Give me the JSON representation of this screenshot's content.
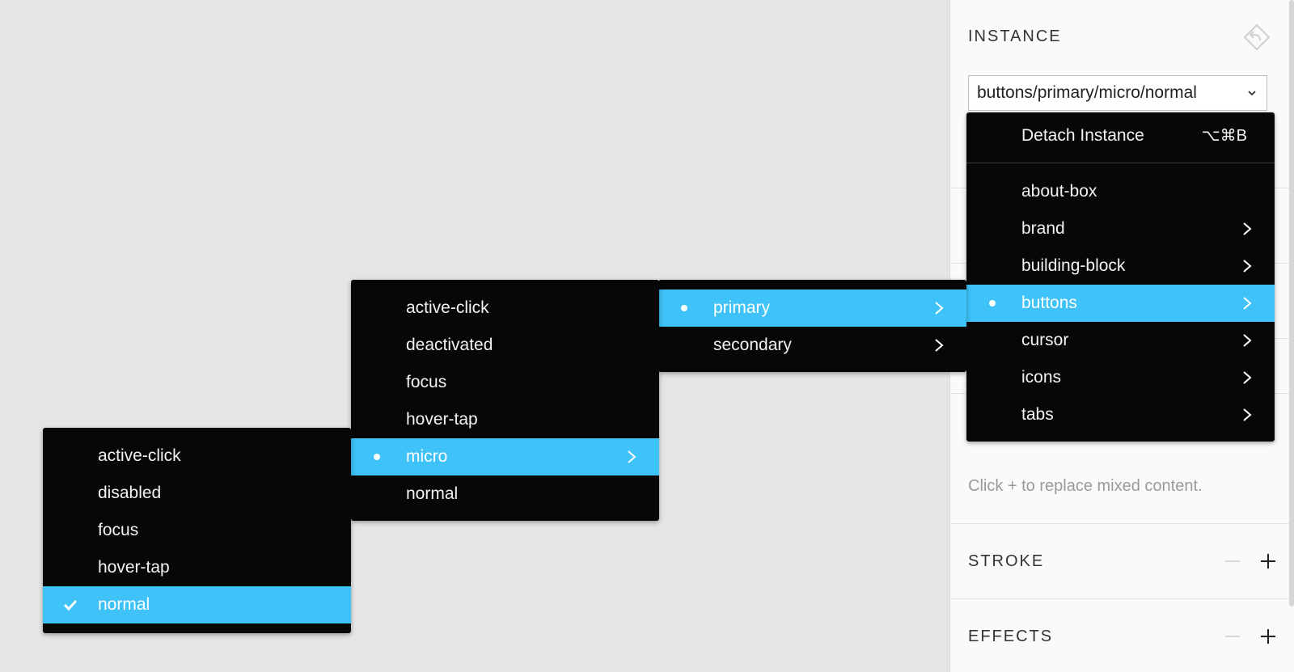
{
  "panel": {
    "title": "INSTANCE",
    "selected_component": "buttons/primary/micro/normal",
    "hint": "Click + to replace mixed content.",
    "sections": [
      {
        "title": "STROKE"
      },
      {
        "title": "EFFECTS"
      }
    ]
  },
  "menus": {
    "root": {
      "detach_label": "Detach Instance",
      "detach_shortcut": "⌥⌘B",
      "items": [
        {
          "label": "about-box",
          "has_submenu": false,
          "selected": false
        },
        {
          "label": "brand",
          "has_submenu": true,
          "selected": false
        },
        {
          "label": "building-block",
          "has_submenu": true,
          "selected": false
        },
        {
          "label": "buttons",
          "has_submenu": true,
          "selected": true
        },
        {
          "label": "cursor",
          "has_submenu": true,
          "selected": false
        },
        {
          "label": "icons",
          "has_submenu": true,
          "selected": false
        },
        {
          "label": "tabs",
          "has_submenu": true,
          "selected": false
        }
      ]
    },
    "level2": {
      "items": [
        {
          "label": "primary",
          "has_submenu": true,
          "selected": true
        },
        {
          "label": "secondary",
          "has_submenu": true,
          "selected": false
        }
      ]
    },
    "level3": {
      "items": [
        {
          "label": "active-click",
          "has_submenu": false,
          "selected": false
        },
        {
          "label": "deactivated",
          "has_submenu": false,
          "selected": false
        },
        {
          "label": "focus",
          "has_submenu": false,
          "selected": false
        },
        {
          "label": "hover-tap",
          "has_submenu": false,
          "selected": false
        },
        {
          "label": "micro",
          "has_submenu": true,
          "selected": true
        },
        {
          "label": "normal",
          "has_submenu": false,
          "selected": false
        }
      ]
    },
    "level4": {
      "items": [
        {
          "label": "active-click",
          "checked": false
        },
        {
          "label": "disabled",
          "checked": false
        },
        {
          "label": "focus",
          "checked": false
        },
        {
          "label": "hover-tap",
          "checked": false
        },
        {
          "label": "normal",
          "checked": true
        }
      ]
    }
  },
  "colors": {
    "menu_bg": "#070708",
    "highlight": "#3ec2f8",
    "canvas_bg": "#e5e5e5",
    "panel_bg": "#fafafa"
  },
  "icons": {
    "detach": "detach-instance-icon",
    "dropdown": "chevron-down-icon",
    "submenu": "chevron-right-icon",
    "checked": "checkmark-icon",
    "selected_marker": "bullet-dot",
    "remove": "minus-icon",
    "add": "plus-icon"
  }
}
